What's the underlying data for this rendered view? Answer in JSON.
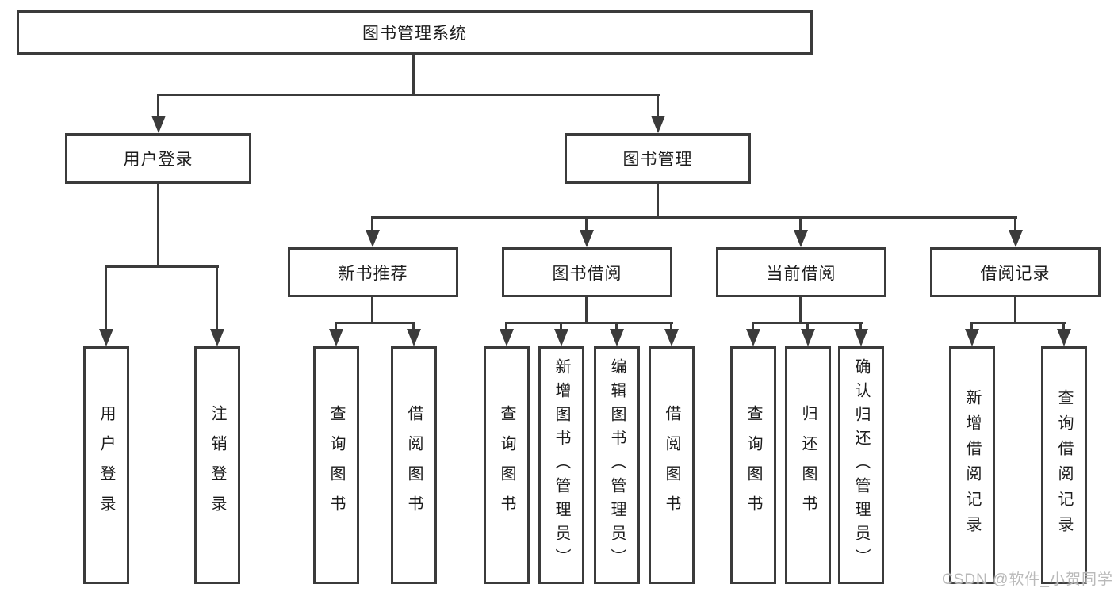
{
  "diagram": {
    "title_node": "图书管理系统",
    "watermark": "CSDN @软件_小贺同学",
    "colors": {
      "line": "#3b3b3b",
      "box_fill": "#ffffff",
      "text": "#1c1c1c",
      "watermark": "#b9b9b9"
    },
    "nodes": {
      "root": {
        "label": "图书管理系统"
      },
      "user_login": {
        "label": "用户登录"
      },
      "book_mgmt": {
        "label": "图书管理"
      },
      "new_book_rec": {
        "label": "新书推荐"
      },
      "book_borrow": {
        "label": "图书借阅"
      },
      "current_borrow": {
        "label": "当前借阅"
      },
      "borrow_records": {
        "label": "借阅记录"
      },
      "leaf_user_login": {
        "label": "用户登录"
      },
      "leaf_logout": {
        "label": "注销登录"
      },
      "leaf_query_book_rec": {
        "label": "查询图书"
      },
      "leaf_borrow_book_rec": {
        "label": "借阅图书"
      },
      "leaf_query_book_borrow": {
        "label": "查询图书"
      },
      "leaf_add_book_admin": {
        "label": "新增图书（管理员）"
      },
      "leaf_edit_book_admin": {
        "label": "编辑图书（管理员）"
      },
      "leaf_borrow_book_borrow": {
        "label": "借阅图书"
      },
      "leaf_query_book_current": {
        "label": "查询图书"
      },
      "leaf_return_book": {
        "label": "归还图书"
      },
      "leaf_confirm_return_admin": {
        "label": "确认归还（管理员）"
      },
      "leaf_add_borrow_record": {
        "label": "新增借阅记录"
      },
      "leaf_query_borrow_record": {
        "label": "查询借阅记录"
      }
    },
    "hierarchy": [
      {
        "parent": "root",
        "children": [
          "user_login",
          "book_mgmt"
        ]
      },
      {
        "parent": "user_login",
        "children": [
          "leaf_user_login",
          "leaf_logout"
        ]
      },
      {
        "parent": "book_mgmt",
        "children": [
          "new_book_rec",
          "book_borrow",
          "current_borrow",
          "borrow_records"
        ]
      },
      {
        "parent": "new_book_rec",
        "children": [
          "leaf_query_book_rec",
          "leaf_borrow_book_rec"
        ]
      },
      {
        "parent": "book_borrow",
        "children": [
          "leaf_query_book_borrow",
          "leaf_add_book_admin",
          "leaf_edit_book_admin",
          "leaf_borrow_book_borrow"
        ]
      },
      {
        "parent": "current_borrow",
        "children": [
          "leaf_query_book_current",
          "leaf_return_book",
          "leaf_confirm_return_admin"
        ]
      },
      {
        "parent": "borrow_records",
        "children": [
          "leaf_add_borrow_record",
          "leaf_query_borrow_record"
        ]
      }
    ]
  }
}
